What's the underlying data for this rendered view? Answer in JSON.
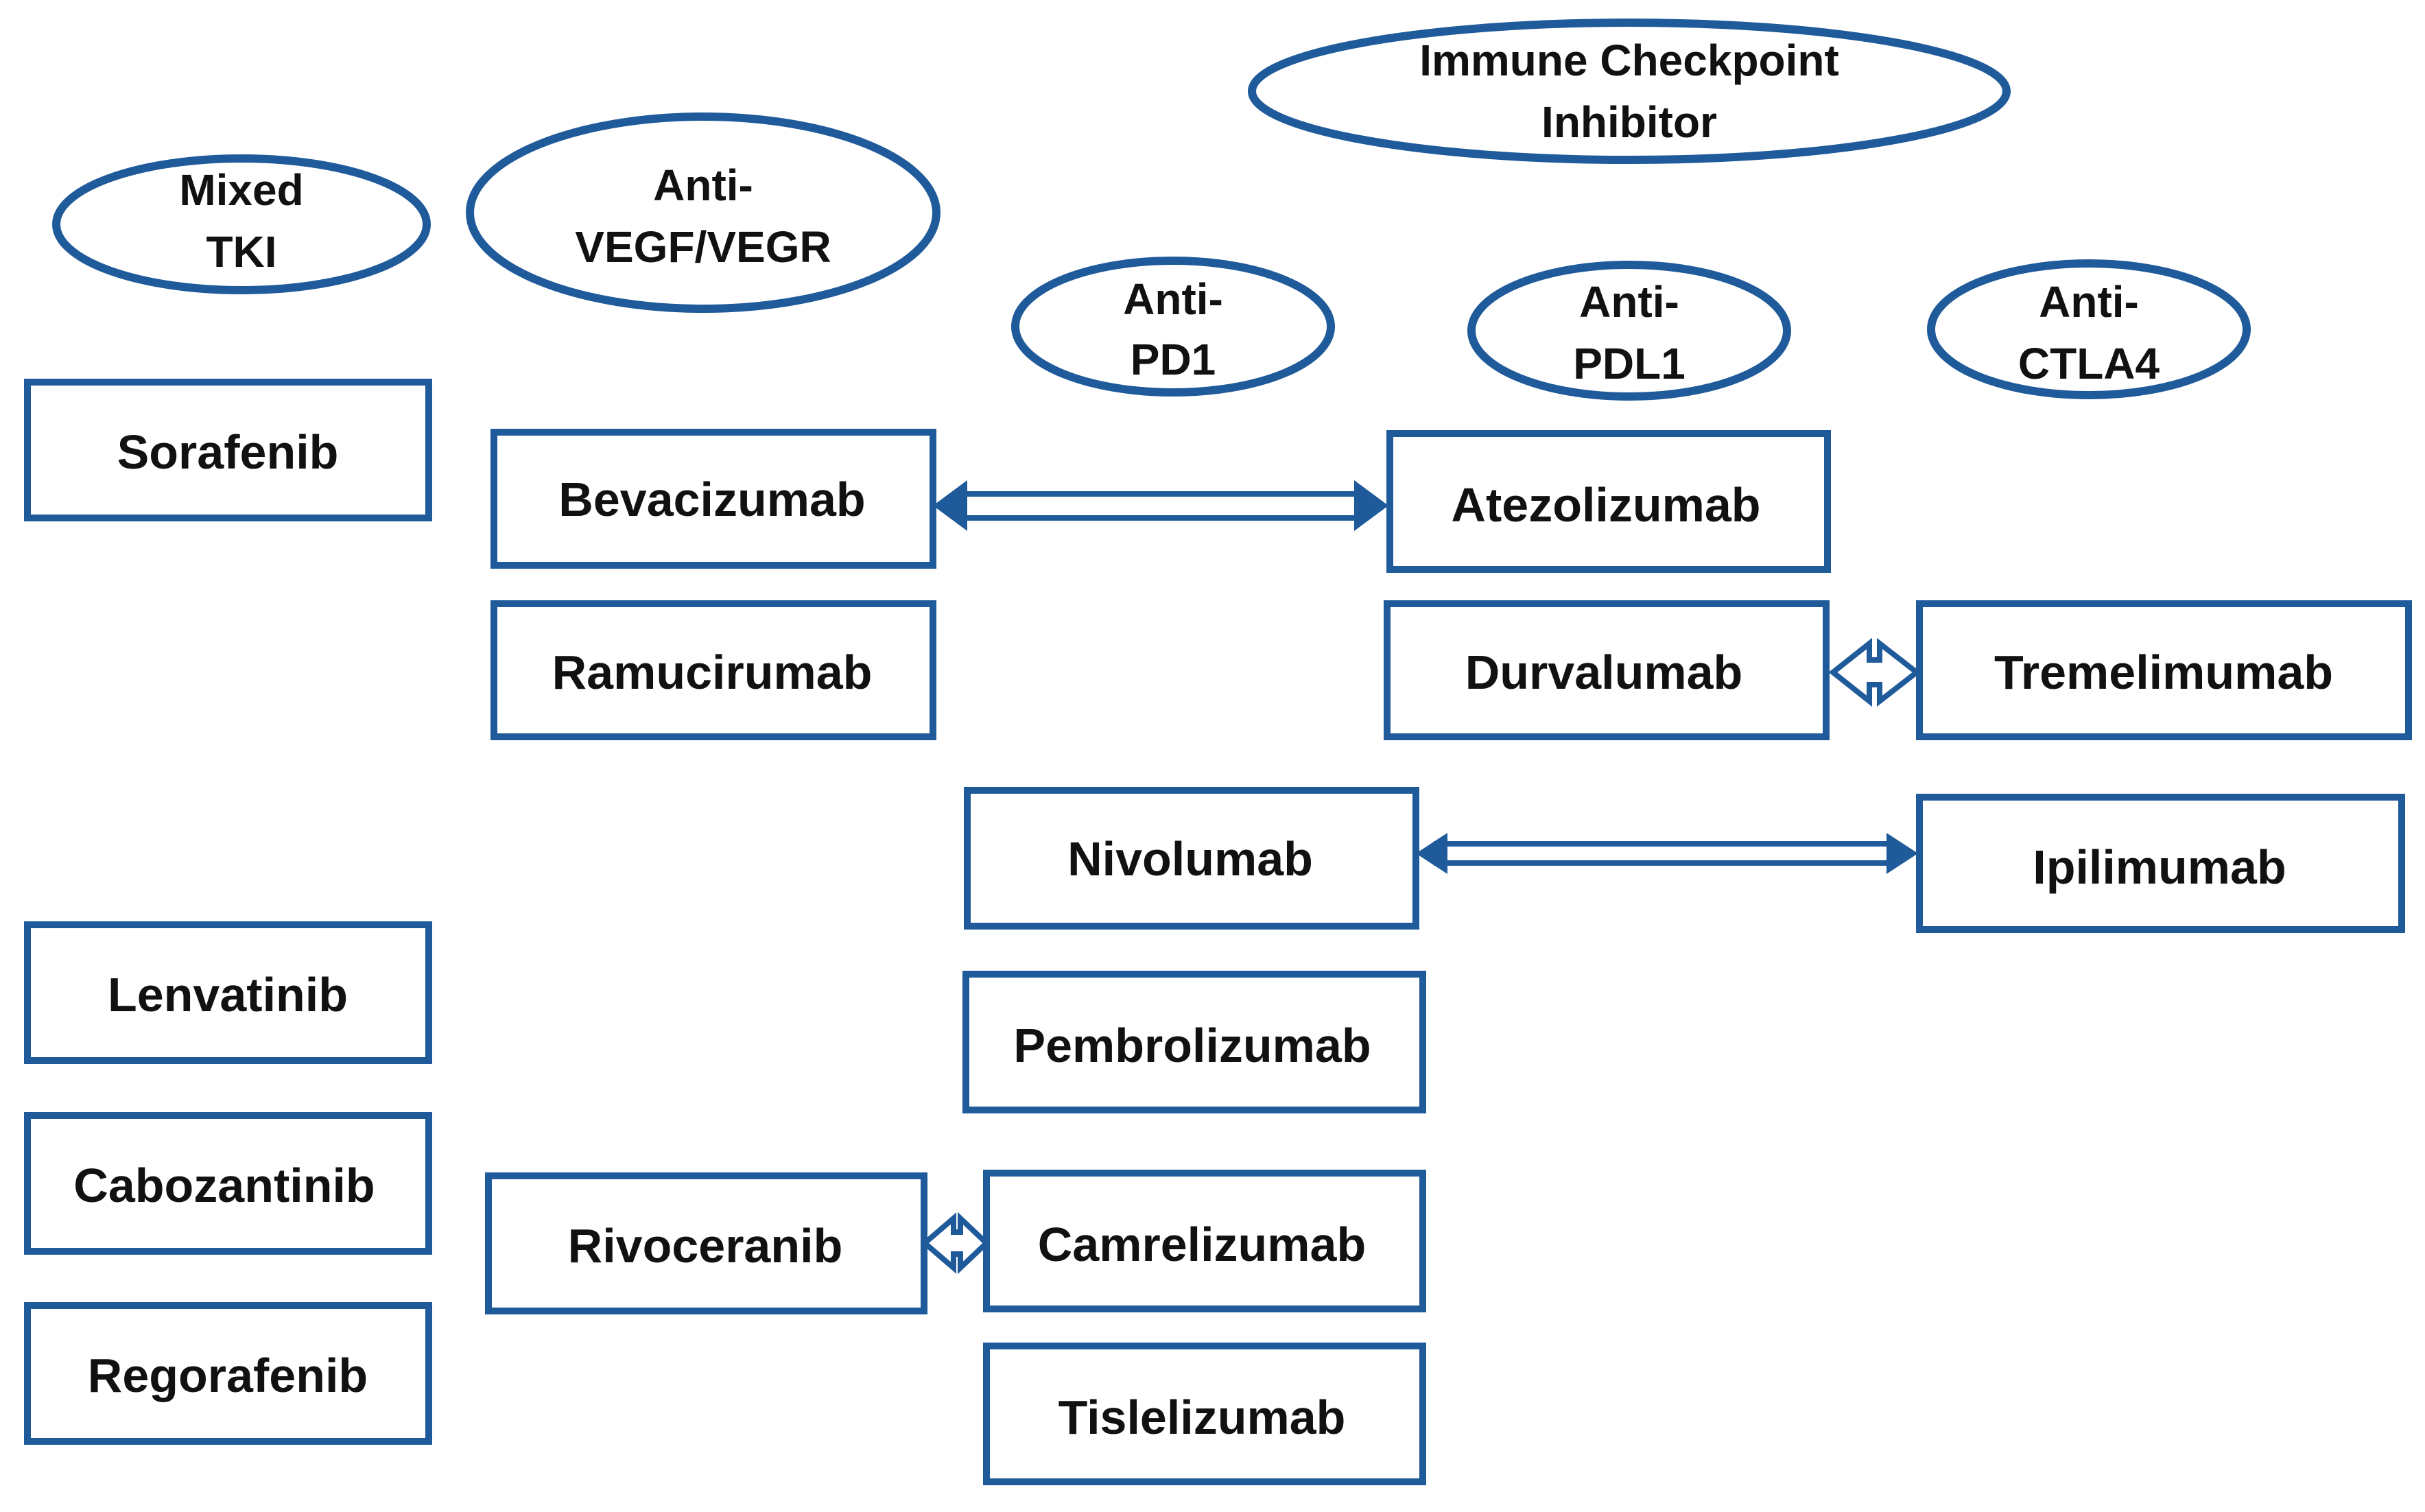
{
  "categories": {
    "mixed_tki": [
      "Mixed",
      "TKI"
    ],
    "anti_vegf": [
      "Anti-",
      "VEGF/VEGR"
    ],
    "icpi": [
      "Immune Checkpoint",
      "Inhibitor"
    ],
    "anti_pd1": [
      "Anti-",
      "PD1"
    ],
    "anti_pdl1": [
      "Anti-",
      "PDL1"
    ],
    "anti_ctla4": [
      "Anti-",
      "CTLA4"
    ]
  },
  "drugs": {
    "sorafenib": "Sorafenib",
    "lenvatinib": "Lenvatinib",
    "cabozantinib": "Cabozantinib",
    "regorafenib": "Regorafenib",
    "bevacizumab": "Bevacizumab",
    "ramucirumab": "Ramucirumab",
    "rivoceranib": "Rivoceranib",
    "nivolumab": "Nivolumab",
    "pembrolizumab": "Pembrolizumab",
    "camrelizumab": "Camrelizumab",
    "tislelizumab": "Tislelizumab",
    "atezolizumab": "Atezolizumab",
    "durvalumab": "Durvalumab",
    "tremelimumab": "Tremelimumab",
    "ipilimumab": "Ipilimumab"
  },
  "colors": {
    "accent": "#1f5a9a",
    "text": "#111111"
  }
}
